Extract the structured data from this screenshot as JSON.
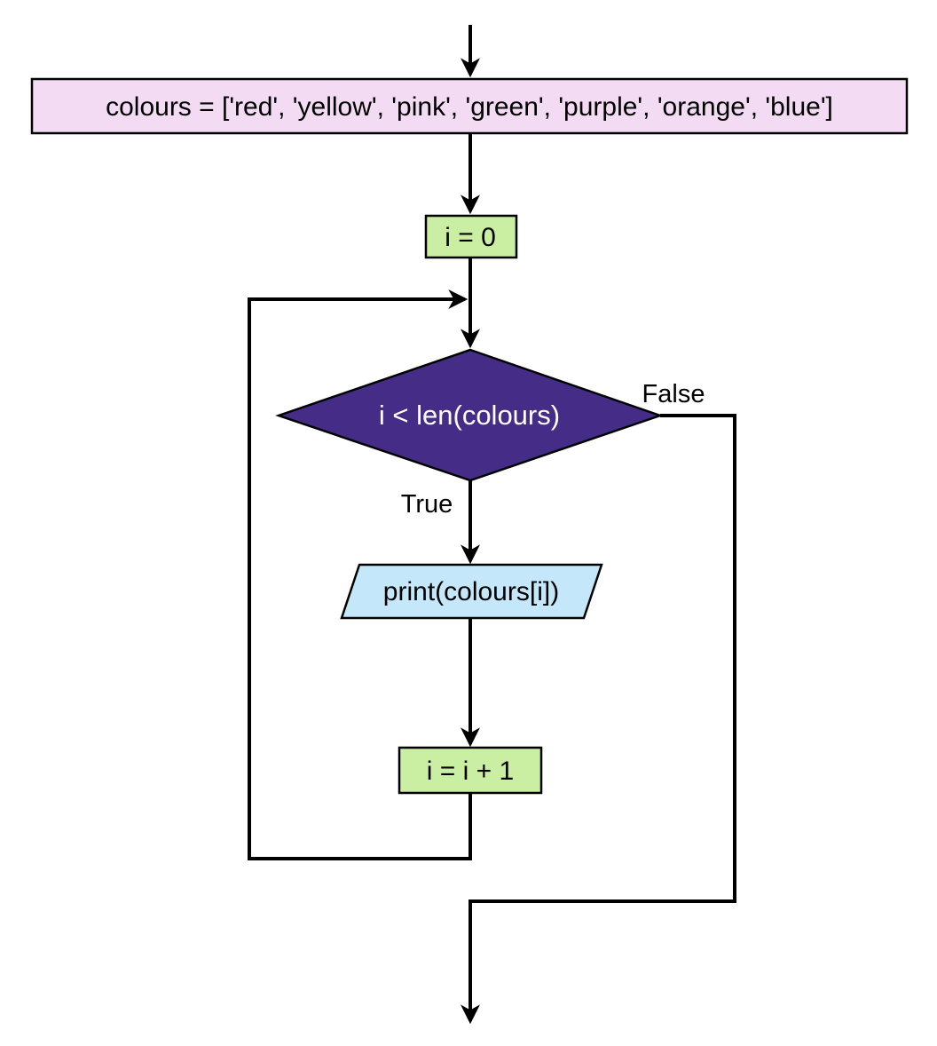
{
  "diagram": {
    "type": "flowchart",
    "description": "Flowchart of a Python while loop iterating over a list of colours",
    "colors": {
      "assign_fill": "#f3dcf3",
      "process_fill": "#cbefa2",
      "decision_fill": "#452d87",
      "decision_text": "#ffffff",
      "io_fill": "#c4e8fa",
      "line": "#000000"
    },
    "nodes": [
      {
        "id": "assign",
        "shape": "rectangle",
        "label": "colours = ['red', 'yellow', 'pink', 'green', 'purple', 'orange', 'blue']",
        "fill": "#f3dcf3"
      },
      {
        "id": "init",
        "shape": "rectangle",
        "label": "i = 0",
        "fill": "#cbefa2"
      },
      {
        "id": "condition",
        "shape": "diamond",
        "label": "i < len(colours)",
        "fill": "#452d87",
        "text_color": "#ffffff"
      },
      {
        "id": "print",
        "shape": "parallelogram",
        "label": "print(colours[i])",
        "fill": "#c4e8fa"
      },
      {
        "id": "increment",
        "shape": "rectangle",
        "label": "i = i + 1",
        "fill": "#cbefa2"
      }
    ],
    "edge_labels": {
      "true": "True",
      "false": "False"
    },
    "edges": [
      {
        "from": "start",
        "to": "assign",
        "label": ""
      },
      {
        "from": "assign",
        "to": "init",
        "label": ""
      },
      {
        "from": "init",
        "to": "condition",
        "label": ""
      },
      {
        "from": "condition",
        "to": "print",
        "label": "True"
      },
      {
        "from": "print",
        "to": "increment",
        "label": ""
      },
      {
        "from": "increment",
        "to": "condition",
        "label": ""
      },
      {
        "from": "condition",
        "to": "end",
        "label": "False"
      }
    ]
  }
}
